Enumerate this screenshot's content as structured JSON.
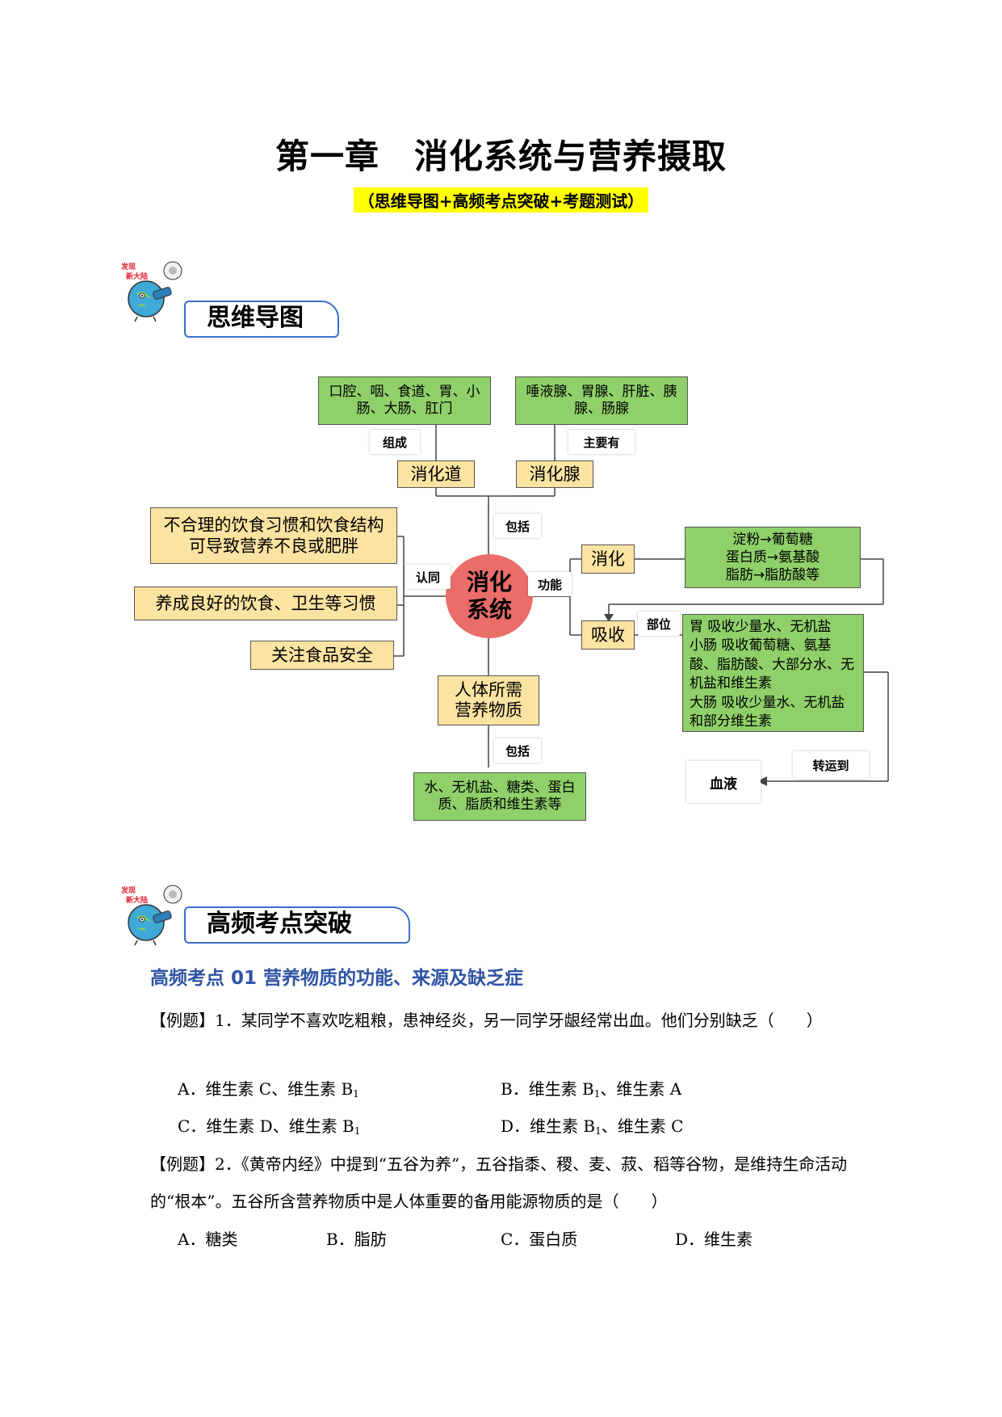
{
  "title": "第一章　消化系统与营养摄取",
  "subtitle": "（思维导图+高频考点突破+考题测试）",
  "sections": {
    "mindmap_heading": "思维导图",
    "keypoints_heading": "高频考点突破"
  },
  "mascot": {
    "caption": "发现新大陆"
  },
  "mindmap": {
    "center": "消化系统",
    "digestive_tract": "消化道",
    "digestive_tract_parts": "口腔、咽、食道、胃、小肠、大肠、肛门",
    "digestive_gland": "消化腺",
    "digestive_gland_parts": "唾液腺、胃腺、肝脏、胰腺、肠腺",
    "label_composition": "组成",
    "label_main": "主要有",
    "label_include_top": "包括",
    "label_recognize": "认同",
    "label_function": "功能",
    "label_location": "部位",
    "label_transport": "转运到",
    "label_include_bottom": "包括",
    "digestion": "消化",
    "digestion_detail": "淀粉→葡萄糖\n蛋白质→氨基酸\n脂肪→脂肪酸等",
    "absorption": "吸收",
    "absorption_detail": "胃 吸收少量水、无机盐\n小肠 吸收葡萄糖、氨基酸、脂肪酸、大部分水、无机盐和维生素\n大肠 吸收少量水、无机盐和部分维生素",
    "blood": "血液",
    "nutrients": "人体所需营养物质",
    "nutrients_detail": "水、无机盐、糖类、蛋白质、脂质和维生素等",
    "recognize_1": "不合理的饮食习惯和饮食结构可导致营养不良或肥胖",
    "recognize_2": "养成良好的饮食、卫生等习惯",
    "recognize_3": "关注食品安全"
  },
  "keypoint": {
    "title": "高频考点 01  营养物质的功能、来源及缺乏症",
    "q1": {
      "stem": "【例题】1．某同学不喜欢吃粗粮，患神经炎，另一同学牙龈经常出血。他们分别缺乏（　　）",
      "options": [
        "A．维生素 C、维生素 B1",
        "B．维生素 B1、维生素 A",
        "C．维生素 D、维生素 B1",
        "D．维生素 B1、维生素 C"
      ]
    },
    "q2": {
      "stem": "【例题】2．《黄帝内经》中提到“五谷为养”，五谷指黍、稷、麦、菽、稻等谷物，是维持生命活动的“根本”。五谷所含营养物质中是人体重要的备用能源物质的是（　　）",
      "options": [
        "A．糖类",
        "B．脂肪",
        "C．蛋白质",
        "D．维生素"
      ]
    }
  },
  "colors": {
    "green_box": "#8fd06a",
    "yellow_box": "#fbe3a1",
    "center_circle": "#ea6d6a",
    "section_blue": "#3a6fc9",
    "keypoint_blue": "#2f54a4",
    "highlight": "#ffff00"
  },
  "icons": [
    "telescope-globe-mascot-icon",
    "arrow-icon"
  ]
}
